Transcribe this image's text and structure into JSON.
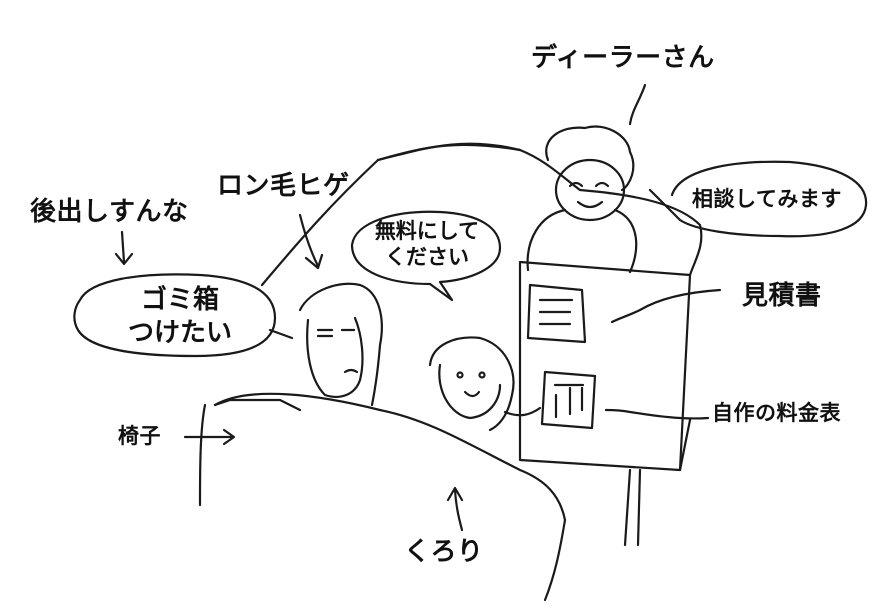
{
  "labels": {
    "dealer": "ディーラーさん",
    "dealer_speech": "相談してみます",
    "long_hair": "ロン毛ヒゲ",
    "atodashi": "後出しすんな",
    "trash_line1": "ゴミ箱",
    "trash_line2": "つけたい",
    "free_line1": "無料にして",
    "free_line2": "ください",
    "estimate": "見積書",
    "self_price": "自作の料金表",
    "chair": "椅子",
    "kurori": "くろり"
  }
}
